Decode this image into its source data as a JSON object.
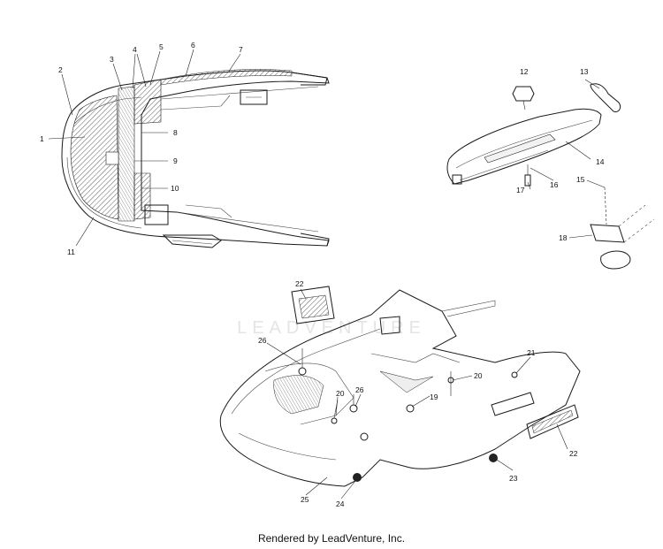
{
  "callouts": [
    "1",
    "2",
    "3",
    "4",
    "5",
    "6",
    "7",
    "8",
    "9",
    "10",
    "11",
    "12",
    "13",
    "14",
    "15",
    "16",
    "17",
    "18",
    "19",
    "20",
    "20",
    "21",
    "22",
    "22",
    "23",
    "24",
    "25",
    "26",
    "26"
  ],
  "watermark": "LEADVENTURE",
  "footer": "Rendered by LeadVenture, Inc."
}
